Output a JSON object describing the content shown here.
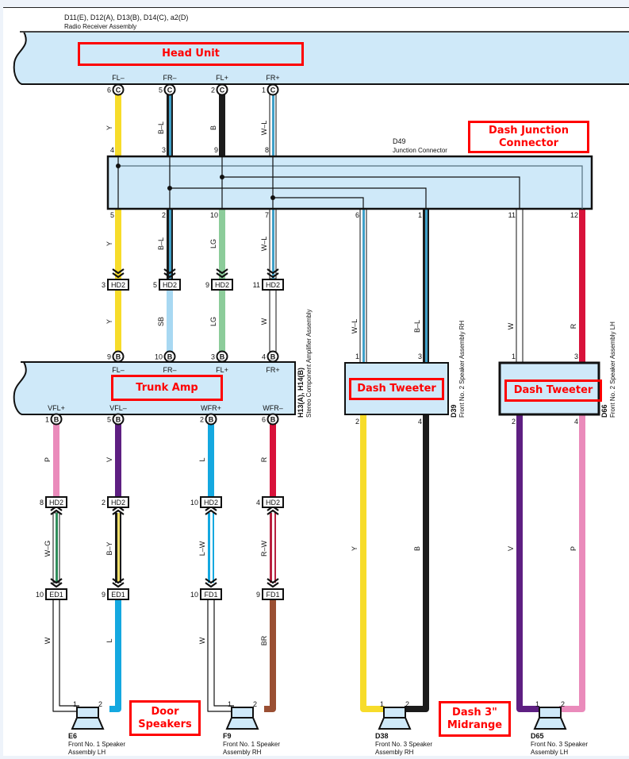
{
  "head_unit": {
    "codes": "D11(E), D12(A), D13(B), D14(C), a2(D)",
    "name": "Radio Receiver Assembly",
    "annotation": "Head Unit",
    "pins": [
      {
        "signal": "FL–",
        "pin": "6",
        "connector": "C",
        "wire": "Y",
        "color": "#f7dc2a"
      },
      {
        "signal": "FR–",
        "pin": "5",
        "connector": "C",
        "wire": "B–L",
        "color": "#1b1b1b",
        "stripe": "#3fa0c8"
      },
      {
        "signal": "FL+",
        "pin": "2",
        "connector": "C",
        "wire": "B",
        "color": "#1b1b1b"
      },
      {
        "signal": "FR+",
        "pin": "1",
        "connector": "C",
        "wire": "W–L",
        "color": "#ffffff",
        "stripe": "#3fa0c8"
      }
    ]
  },
  "junction": {
    "code": "D49",
    "name": "Junction Connector",
    "annotation": "Dash Junction\nConnector",
    "top_pins": [
      "4",
      "3",
      "9",
      "8"
    ],
    "bottom_pins_left": [
      "5",
      "2",
      "10",
      "7"
    ],
    "bottom_pins_right": [
      "6",
      "1",
      "11",
      "12"
    ],
    "lower_wires": [
      {
        "wire": "Y",
        "color": "#f7dc2a"
      },
      {
        "wire": "B–L",
        "color": "#1b1b1b",
        "stripe": "#3fa0c8"
      },
      {
        "wire": "LG",
        "color": "#8ccc9a"
      },
      {
        "wire": "W–L",
        "color": "#ffffff",
        "stripe": "#3fa0c8"
      }
    ],
    "right_wires": [
      {
        "wire": "W–L",
        "color": "#ffffff",
        "stripe": "#3fa0c8"
      },
      {
        "wire": "B–L",
        "color": "#1b1b1b",
        "stripe": "#3fa0c8"
      },
      {
        "wire": "W",
        "color": "#ffffff"
      },
      {
        "wire": "R",
        "color": "#d8123a"
      }
    ]
  },
  "hd2_upper": [
    {
      "pin": "3",
      "connector": "HD2",
      "wire_below": "Y",
      "color": "#f7dc2a"
    },
    {
      "pin": "5",
      "connector": "HD2",
      "wire_below": "SB",
      "color": "#a8d8f2"
    },
    {
      "pin": "9",
      "connector": "HD2",
      "wire_below": "LG",
      "color": "#8ccc9a"
    },
    {
      "pin": "11",
      "connector": "HD2",
      "wire_below": "W",
      "color": "#ffffff"
    }
  ],
  "amp": {
    "codes": "H13(A), H14(B)",
    "name": "Stereo Component Amplifier Assembly",
    "annotation": "Trunk Amp",
    "inputs": [
      {
        "signal": "FL–",
        "pin": "9",
        "connector": "B"
      },
      {
        "signal": "FR–",
        "pin": "10",
        "connector": "B"
      },
      {
        "signal": "FL+",
        "pin": "3",
        "connector": "B"
      },
      {
        "signal": "FR+",
        "pin": "4",
        "connector": "B"
      }
    ],
    "outputs": [
      {
        "signal": "VFL+",
        "pin": "1",
        "connector": "B",
        "wire": "P",
        "color": "#ea8bbb"
      },
      {
        "signal": "VFL–",
        "pin": "5",
        "connector": "B",
        "wire": "V",
        "color": "#5e1f82"
      },
      {
        "signal": "WFR+",
        "pin": "2",
        "connector": "B",
        "wire": "L",
        "color": "#14a8e0"
      },
      {
        "signal": "WFR–",
        "pin": "6",
        "connector": "B",
        "wire": "R",
        "color": "#d8123a"
      }
    ]
  },
  "hd2_lower": [
    {
      "pin": "8",
      "connector": "HD2",
      "wire": "W–G",
      "color": "#ffffff",
      "stripe": "#2e8c5a"
    },
    {
      "pin": "2",
      "connector": "HD2",
      "wire": "B–Y",
      "color": "#1b1b1b",
      "stripe": "#f2df6a"
    },
    {
      "pin": "10",
      "connector": "HD2",
      "wire": "L–W",
      "color": "#14a8e0",
      "stripe": "#ffffff"
    },
    {
      "pin": "4",
      "connector": "HD2",
      "wire": "R–W",
      "color": "#b8213f",
      "stripe": "#ffffff"
    }
  ],
  "door_connectors": [
    {
      "pin": "10",
      "connector": "ED1",
      "wire": "W",
      "color": "#ffffff"
    },
    {
      "pin": "9",
      "connector": "ED1",
      "wire": "L",
      "color": "#14a8e0"
    },
    {
      "pin": "10",
      "connector": "FD1",
      "wire": "W",
      "color": "#ffffff"
    },
    {
      "pin": "9",
      "connector": "FD1",
      "wire": "BR",
      "color": "#9a4f33"
    }
  ],
  "tweeters": [
    {
      "code": "D39",
      "name": "Front No.  2 Speaker Assembly RH",
      "annotation": "Dash Tweeter",
      "top_pins": [
        "1",
        "3"
      ],
      "bottom_pins": [
        "2",
        "4"
      ],
      "out_wires": [
        {
          "wire": "Y",
          "color": "#f7dc2a"
        },
        {
          "wire": "B",
          "color": "#1b1b1b"
        }
      ]
    },
    {
      "code": "D66",
      "name": "Front No.  2 Speaker Assembly LH",
      "annotation": "Dash Tweeter",
      "top_pins": [
        "1",
        "3"
      ],
      "bottom_pins": [
        "2",
        "4"
      ],
      "out_wires": [
        {
          "wire": "V",
          "color": "#5e1f82"
        },
        {
          "wire": "P",
          "color": "#ea8bbb"
        }
      ]
    }
  ],
  "speakers": [
    {
      "code": "E6",
      "line1": "Front No.  1 Speaker",
      "line2": "Assembly LH",
      "pins": [
        "1",
        "2"
      ]
    },
    {
      "code": "F9",
      "line1": "Front No.  1 Speaker",
      "line2": "Assembly RH",
      "pins": [
        "1",
        "2"
      ]
    },
    {
      "code": "D38",
      "line1": "Front No.  3 Speaker",
      "line2": "Assembly RH",
      "pins": [
        "1",
        "2"
      ]
    },
    {
      "code": "D65",
      "line1": "Front No.  3 Speaker",
      "line2": "Assembly LH",
      "pins": [
        "1",
        "2"
      ]
    }
  ],
  "annotations": {
    "door_speakers": "Door\nSpeakers",
    "dash_midrange": "Dash 3\"\nMidrange"
  },
  "colors": {
    "component_fill": "#cfe9f9",
    "annotation_red": "#ff0000",
    "outline": "#111111"
  }
}
